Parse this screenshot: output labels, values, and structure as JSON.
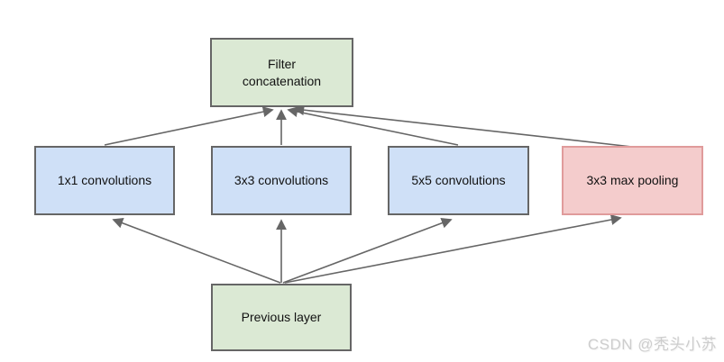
{
  "diagram": {
    "name": "inception-module-naive",
    "nodes": [
      {
        "id": "filter-concatenation",
        "label": "Filter concatenation",
        "fill": "#dbe9d4",
        "border": "#666666"
      },
      {
        "id": "1x1-convolutions",
        "label": "1x1 convolutions",
        "fill": "#cfe0f7",
        "border": "#666666"
      },
      {
        "id": "3x3-convolutions",
        "label": "3x3 convolutions",
        "fill": "#cfe0f7",
        "border": "#666666"
      },
      {
        "id": "5x5-convolutions",
        "label": "5x5 convolutions",
        "fill": "#cfe0f7",
        "border": "#666666"
      },
      {
        "id": "3x3-max-pooling",
        "label": "3x3 max pooling",
        "fill": "#f4cccc",
        "border": "#e09b9b"
      },
      {
        "id": "previous-layer",
        "label": "Previous layer",
        "fill": "#dbe9d4",
        "border": "#666666"
      }
    ],
    "edges": [
      {
        "from": "previous-layer",
        "to": "1x1-convolutions"
      },
      {
        "from": "previous-layer",
        "to": "3x3-convolutions"
      },
      {
        "from": "previous-layer",
        "to": "5x5-convolutions"
      },
      {
        "from": "previous-layer",
        "to": "3x3-max-pooling"
      },
      {
        "from": "1x1-convolutions",
        "to": "filter-concatenation"
      },
      {
        "from": "3x3-convolutions",
        "to": "filter-concatenation"
      },
      {
        "from": "5x5-convolutions",
        "to": "filter-concatenation"
      },
      {
        "from": "3x3-max-pooling",
        "to": "filter-concatenation"
      }
    ],
    "arrow_color": "#666666"
  },
  "watermark": {
    "text": "CSDN @秃头小苏",
    "color": "#cdcdcd"
  }
}
